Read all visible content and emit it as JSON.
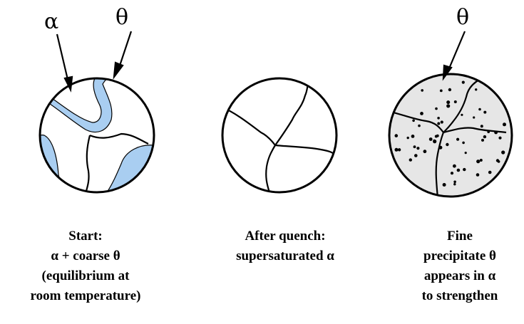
{
  "colors": {
    "coarse_theta": "#a9cef1",
    "fine_background": "#e6e6e6",
    "stroke": "#000000"
  },
  "panels": [
    {
      "labels": {
        "alpha": "α",
        "theta": "θ"
      },
      "caption": [
        "Start:",
        "α + coarse θ",
        "(equilibrium at",
        "room temperature)"
      ]
    },
    {
      "caption": [
        "After quench:",
        "supersaturated α"
      ]
    },
    {
      "labels": {
        "theta": "θ"
      },
      "caption": [
        "Fine",
        "precipitate θ",
        "appears in  α",
        "to strengthen"
      ]
    }
  ]
}
